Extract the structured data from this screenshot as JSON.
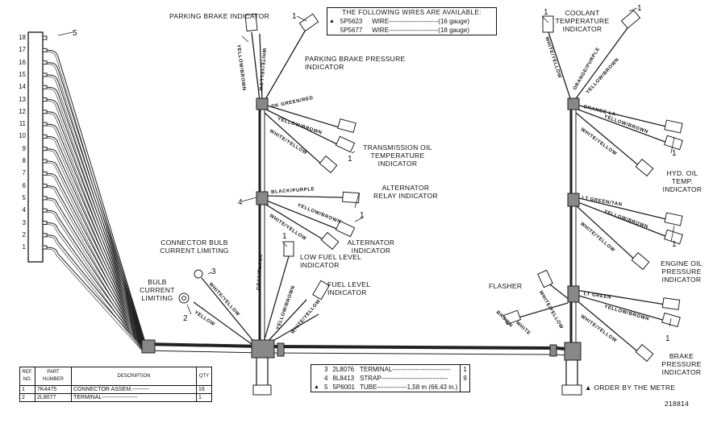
{
  "callouts": {
    "left_header": "5",
    "parking_tag": "1",
    "coolant_tag": "1",
    "coolant_tag2": "1",
    "trans_tag": "1",
    "alt_tag": "1",
    "junction_4": "4",
    "connector_3": "3",
    "bulb_2": "2",
    "lowfuel_tag": "1",
    "hyd_tag": "1",
    "engine_tag": "1",
    "brake_tag": "1"
  },
  "pins": [
    "18",
    "17",
    "16",
    "15",
    "14",
    "13",
    "12",
    "11",
    "10",
    "9",
    "8",
    "7",
    "6",
    "5",
    "4",
    "3",
    "2",
    "1"
  ],
  "labels": {
    "parking_brake_indicator": "PARKING BRAKE INDICATOR",
    "parking_brake_pressure": "PARKING BRAKE PRESSURE INDICATOR",
    "transmission_oil": "TRANSMISSION OIL TEMPERATURE INDICATOR",
    "alternator_relay": "ALTERNATOR RELAY INDICATOR",
    "alternator_indicator": "ALTERNATOR INDICATOR",
    "low_fuel": "LOW FUEL LEVEL INDICATOR",
    "fuel_level": "FUEL LEVEL INDICATOR",
    "connector_bulb": "CONNECTOR BULB CURRENT LIMITING",
    "bulb_current": "BULB CURRENT LIMITING",
    "coolant": "COOLANT TEMPERATURE INDICATOR",
    "hyd_oil": "HYD. OIL TEMP. INDICATOR",
    "engine_oil": "ENGINE OIL PRESSURE INDICATOR",
    "flasher": "FLASHER",
    "brake_pressure": "BRAKE PRESSURE INDICATOR"
  },
  "wire_colors": {
    "yellow_brown_1": "YELLOW/BROWN",
    "white_yellow_1": "WHITE/YELLOW",
    "dk_green_red": "DK GREEN/RED",
    "yellow_brown_2": "YELLOW/BROWN",
    "white_yellow_2": "WHITE/YELLOW",
    "black_purple": "BLACK/PURPLE",
    "yellow_brown_3": "YELLOW/BROWN",
    "white_yellow_3": "WHITE/YELLOW",
    "gray_black": "GRAY/BLACK",
    "yellow_brown_4": "YELLOW/BROWN",
    "white_yellow_4": "WHITE/YELLOW",
    "white_yellow_5": "WHITE/YELLOW",
    "yellow_1": "YELLOW",
    "orange_purple": "ORANGE/PURPLE",
    "white_yellow_6": "WHITE/YELLOW",
    "yellow_brown_5": "YELLOW/BROWN",
    "orange_la": "ORANGE LA",
    "yellow_brown_6": "YELLOW/BROWN",
    "white_yellow_7": "WHITE/YELLOW",
    "lt_green_tan": "LT GREEN/TAN",
    "yellow_brown_7": "YELLOW/BROWN",
    "white_yellow_8": "WHITE/YELLOW",
    "lt_green": "LT GREEN",
    "yellow_brown_8": "YELLOW/BROWN",
    "white_yellow_9": "WHITE/YELLOW",
    "brown": "BROWN",
    "white": "WHITE",
    "white_yellow_10": "WHITE/YELLOW"
  },
  "available_box": {
    "header": "THE FOLLOWING WIRES ARE AVAILABLE:",
    "rows": [
      {
        "mark": "▲",
        "part": "5P5623",
        "desc": "WIRE-----------------------(16 gauge)"
      },
      {
        "mark": "",
        "part": "5P5677",
        "desc": "WIRE-----------------------(18 gauge)"
      }
    ]
  },
  "parts_table_left": {
    "headers": [
      "REF. NO.",
      "PART NUMBER",
      "DESCRIPTION",
      "QTY"
    ],
    "rows": [
      {
        "ref": "1",
        "part": "7K4475",
        "desc": "CONNECTOR ASSEM.---------",
        "qty": "16"
      },
      {
        "ref": "2",
        "part": "2L8077",
        "desc": "TERMINAL-------------------",
        "qty": "1"
      }
    ]
  },
  "parts_table_right": {
    "rows": [
      {
        "mark": "",
        "ref": "3",
        "part": "2L8076",
        "desc": "TERMINAL---------------------------",
        "qty": "1"
      },
      {
        "mark": "",
        "ref": "4",
        "part": "8L8413",
        "desc": "STRAP-------------------------------",
        "qty": "9"
      },
      {
        "mark": "▲",
        "ref": "5",
        "part": "5P6001",
        "desc": "TUBE--------------1,58 m (66,43 in.)",
        "qty": ""
      }
    ]
  },
  "order_note": "▲ ORDER BY THE METRE",
  "drawing_number": "218814"
}
